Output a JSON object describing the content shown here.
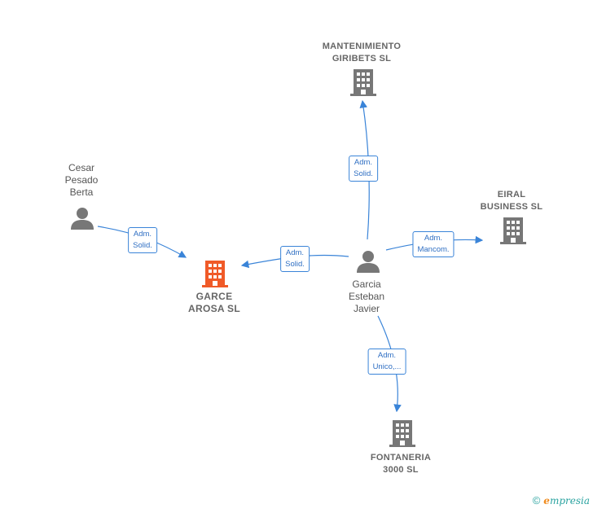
{
  "colors": {
    "edge": "#3a84d8",
    "node_gray": "#777777",
    "focus": "#f05a28"
  },
  "nodes": {
    "mantenimiento": {
      "line1": "MANTENIMIENTO",
      "line2": "GIRIBETS  SL",
      "icon": "building-icon"
    },
    "eiral": {
      "line1": "EIRAL",
      "line2": "BUSINESS SL",
      "icon": "building-icon"
    },
    "garce": {
      "line1": "GARCE",
      "line2": "AROSA  SL",
      "icon": "building-icon"
    },
    "fontaneria": {
      "line1": "FONTANERIA",
      "line2": "3000  SL",
      "icon": "building-icon"
    },
    "cesar": {
      "line1": "Cesar",
      "line2": "Pesado",
      "line3": "Berta",
      "icon": "person-icon"
    },
    "garcia": {
      "line1": "Garcia",
      "line2": "Esteban",
      "line3": "Javier",
      "icon": "person-icon"
    }
  },
  "edges": {
    "cesar_garce": {
      "line1": "Adm.",
      "line2": "Solid."
    },
    "garcia_garce": {
      "line1": "Adm.",
      "line2": "Solid."
    },
    "garcia_mantenimiento": {
      "line1": "Adm.",
      "line2": "Solid."
    },
    "garcia_eiral": {
      "line1": "Adm.",
      "line2": "Mancom."
    },
    "garcia_fontaneria": {
      "line1": "Adm.",
      "line2": "Unico,..."
    }
  },
  "brand": {
    "copyright": "©",
    "first_letter": "e",
    "rest": "mpresia"
  }
}
